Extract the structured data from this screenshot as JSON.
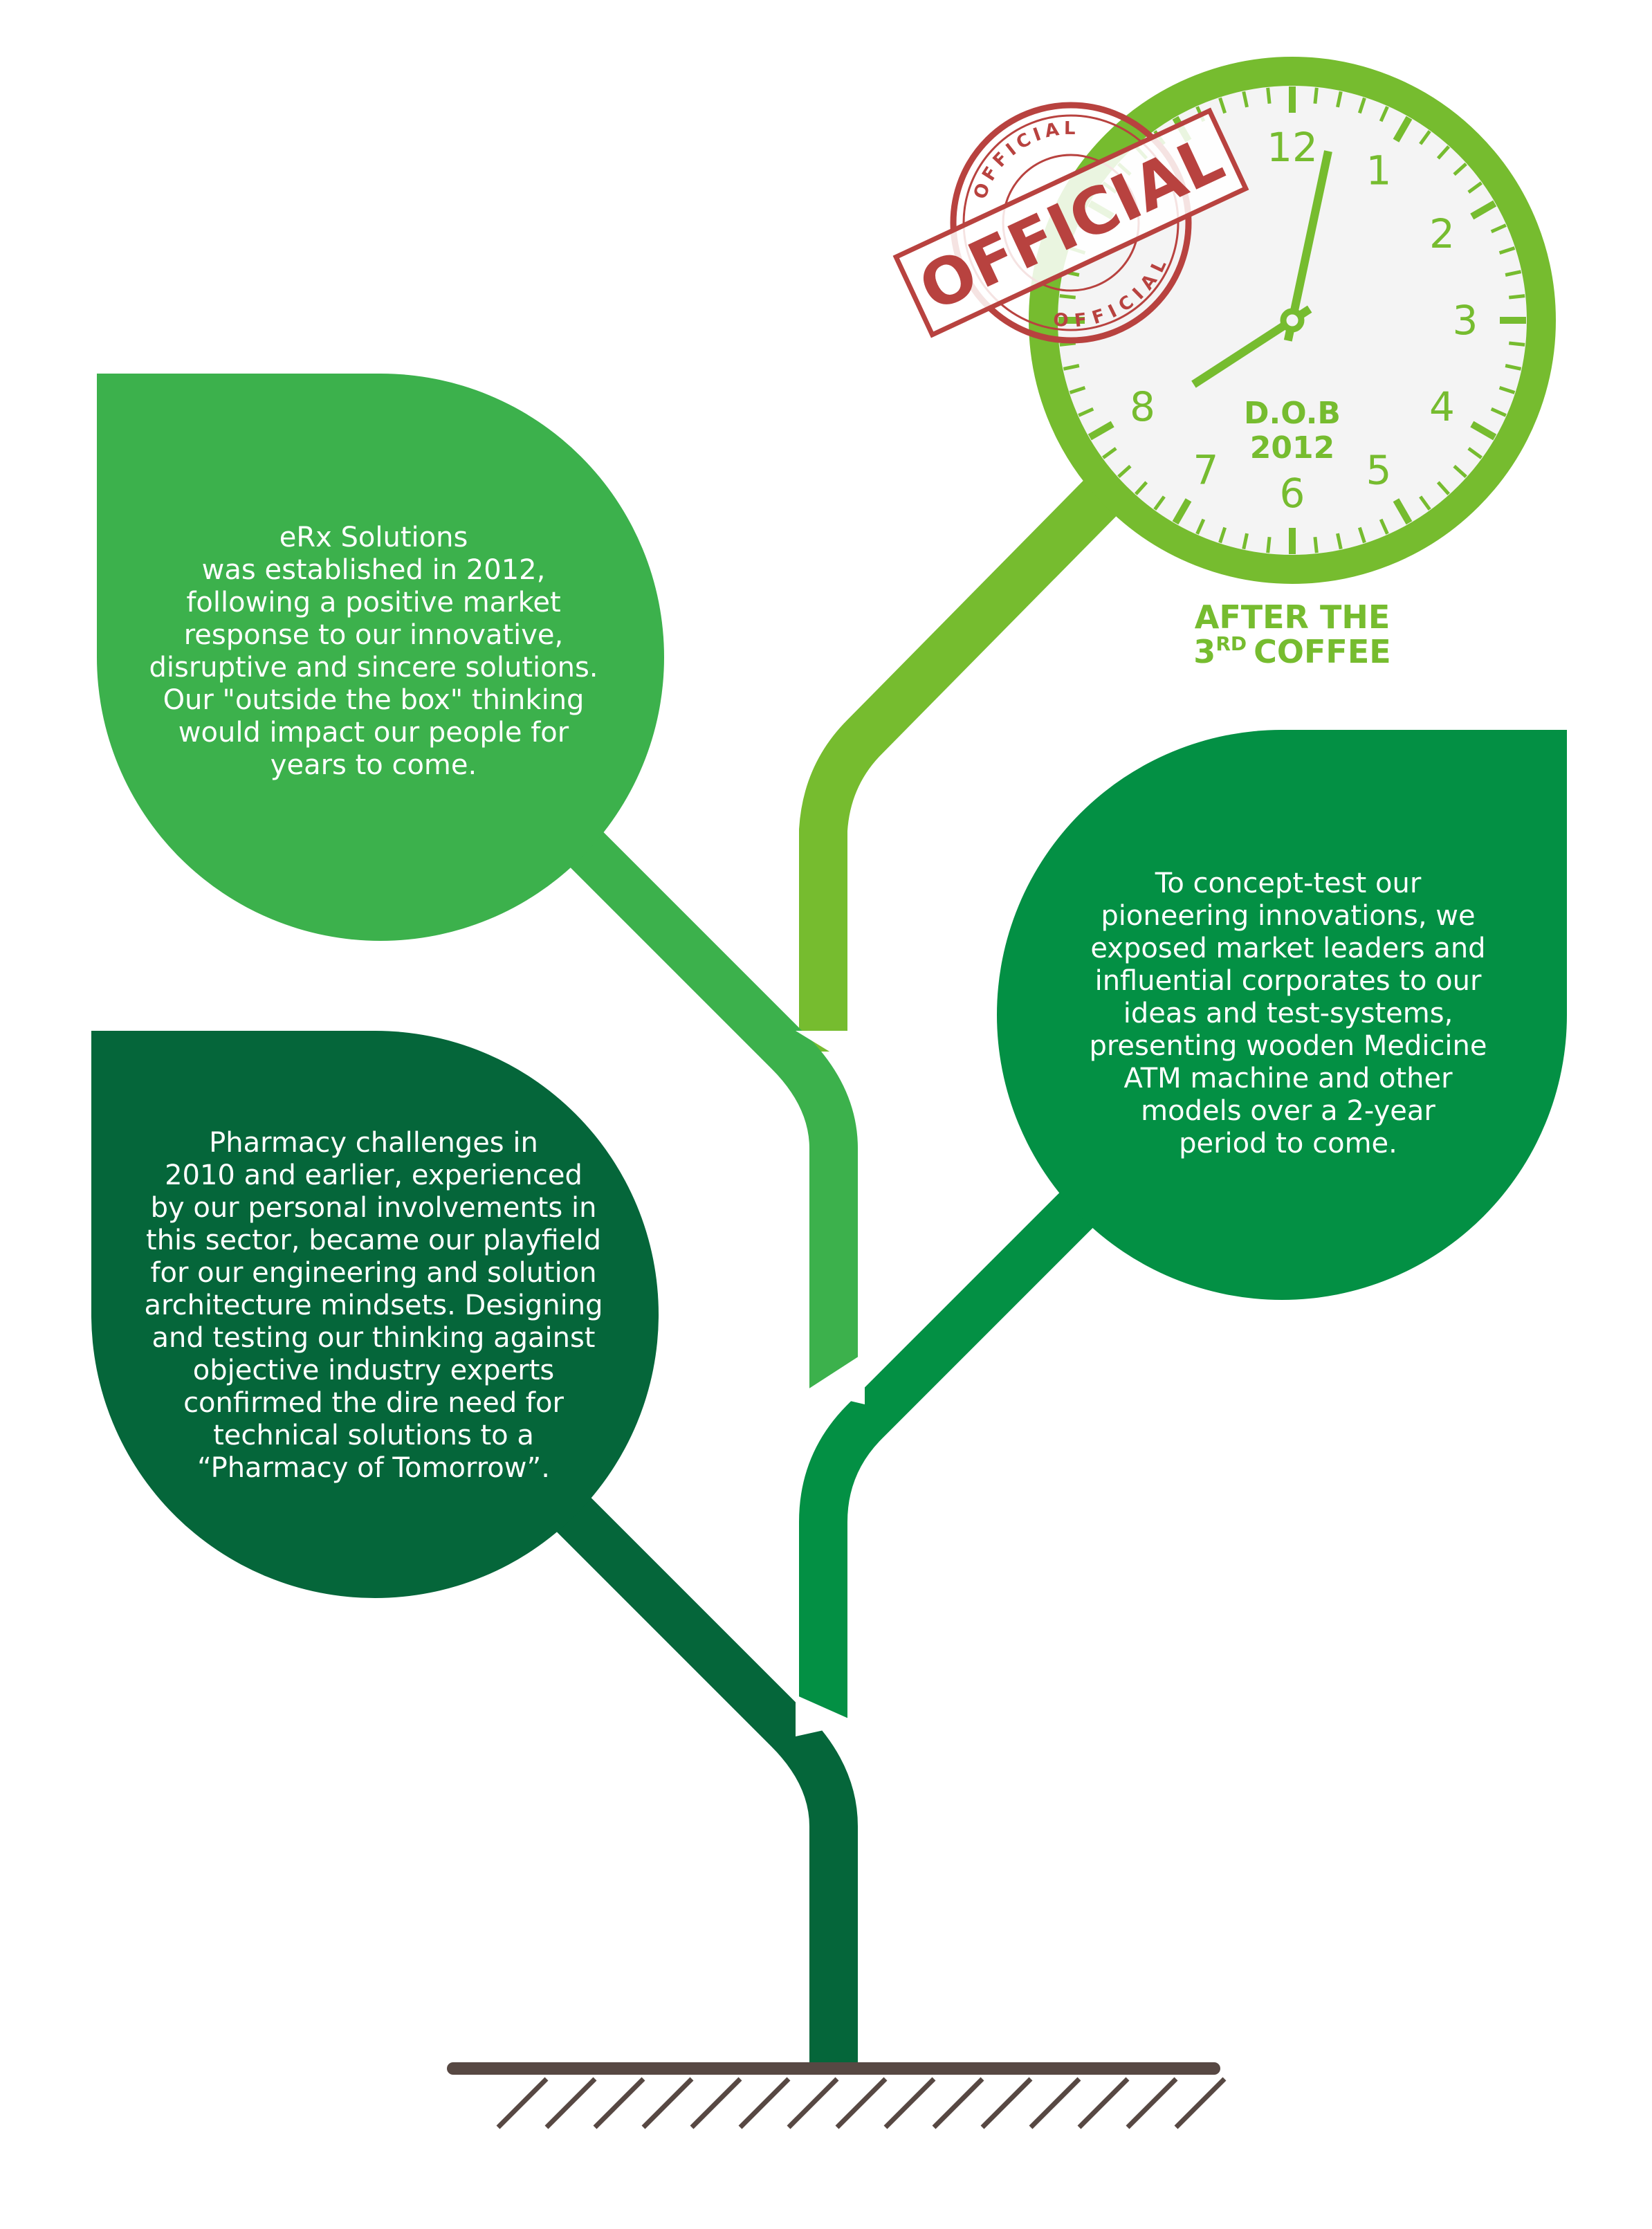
{
  "colors": {
    "leaf_top": "#3cb14c",
    "leaf_right": "#039044",
    "leaf_bottom": "#05663a",
    "clock_green": "#76bc2f",
    "clock_face": "#f4f4f4",
    "stamp_red": "#b8423f",
    "ground": "#574843"
  },
  "leaf_top": {
    "lines": [
      "eRx Solutions",
      "was established in 2012,",
      "following a positive market",
      "response to our innovative,",
      "disruptive and sincere solutions.",
      "Our \"outside the box\" thinking",
      "would impact our people for",
      "years to come."
    ]
  },
  "leaf_bottom": {
    "lines": [
      "Pharmacy challenges in",
      "2010 and earlier, experienced",
      "by our personal involvements in",
      "this sector, became our playfield",
      "for our engineering and solution",
      "architecture mindsets. Designing",
      "and testing our thinking against",
      "objective industry experts",
      "confirmed the dire need for",
      "technical solutions to a",
      "“Pharmacy of Tomorrow”."
    ]
  },
  "leaf_right": {
    "lines": [
      "To concept-test our",
      "pioneering innovations, we",
      "exposed market leaders and",
      "influential corporates to our",
      "ideas and test-systems,",
      "presenting wooden Medicine",
      "ATM machine and other",
      "models over a 2-year",
      "period to come."
    ]
  },
  "clock": {
    "numbers": [
      "12",
      "1",
      "2",
      "3",
      "4",
      "5",
      "6",
      "7",
      "8"
    ],
    "dob_label": "D.O.B",
    "dob_year": "2012",
    "time_hours": 7.9,
    "time_minutes": 2
  },
  "stamp": {
    "big": "OFFICIAL",
    "ring_top": "OFFICIAL",
    "ring_bottom": "OFFICIAL"
  },
  "caption": {
    "line1": "AFTER THE",
    "line2_num": "3",
    "line2_sup": "RD",
    "line2_rest": "COFFEE"
  }
}
